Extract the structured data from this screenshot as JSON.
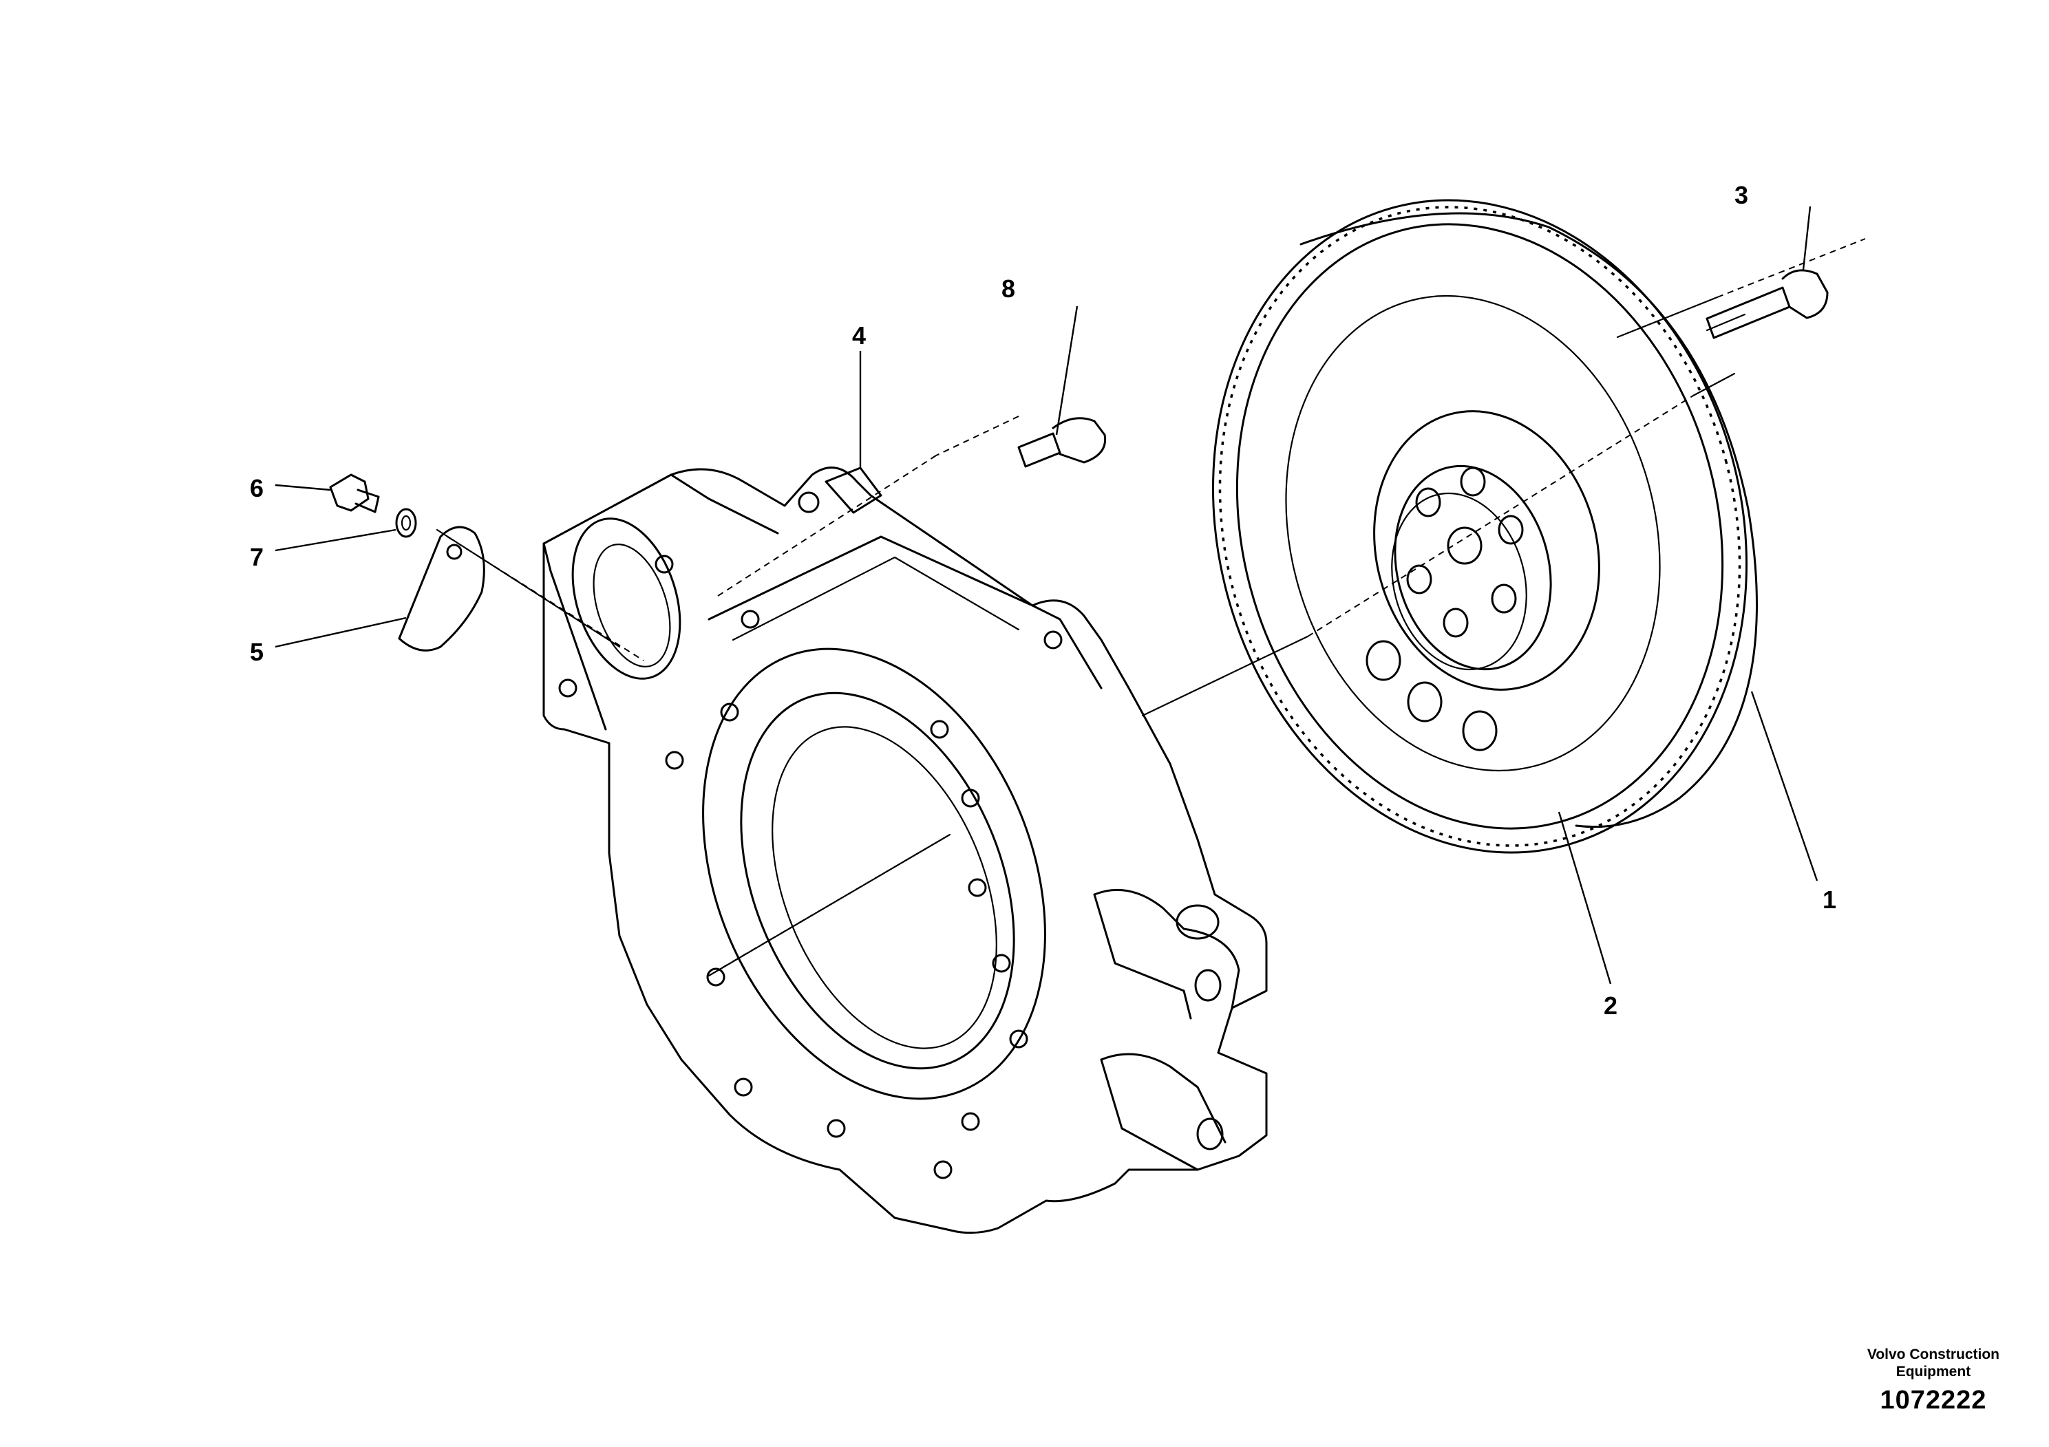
{
  "diagram": {
    "callouts": [
      {
        "id": "1",
        "label": "1"
      },
      {
        "id": "2",
        "label": "2"
      },
      {
        "id": "3",
        "label": "3"
      },
      {
        "id": "4",
        "label": "4"
      },
      {
        "id": "5",
        "label": "5"
      },
      {
        "id": "6",
        "label": "6"
      },
      {
        "id": "7",
        "label": "7"
      },
      {
        "id": "8",
        "label": "8"
      }
    ]
  },
  "footer": {
    "company_line1": "Volvo Construction",
    "company_line2": "Equipment",
    "drawing_number": "1072222"
  }
}
